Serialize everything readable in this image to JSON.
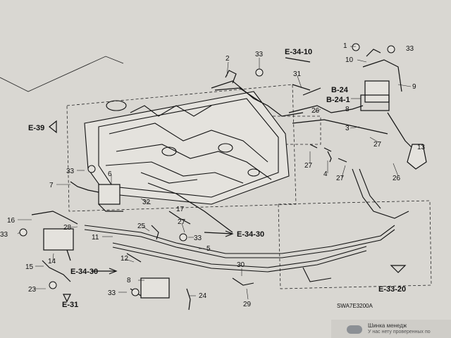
{
  "callouts": {
    "c1": "1",
    "c2": "2",
    "c3": "3",
    "c4": "4",
    "c5": "5",
    "c6": "6",
    "c7": "7",
    "c8a": "8",
    "c8b": "8",
    "c9": "9",
    "c10": "10",
    "c11": "11",
    "c12": "12",
    "c13": "13",
    "c14": "14",
    "c15": "15",
    "c16": "16",
    "c17": "17",
    "c23": "23",
    "c24": "24",
    "c25": "25",
    "c26a": "26",
    "c26b": "26",
    "c27a": "27",
    "c27b": "27",
    "c27c": "27",
    "c27d": "27",
    "c28": "28",
    "c29": "29",
    "c30": "30",
    "c31": "31",
    "c32": "32",
    "c33a": "33",
    "c33b": "33",
    "c33c": "33",
    "c33d": "33",
    "c33e": "33"
  },
  "references": {
    "e3410a": "E-34-10",
    "e39": "E-39",
    "b24": "B-24",
    "b241": "B-24-1",
    "e3430a": "E-34-30",
    "e3430b": "E-34-30",
    "e3320": "E-33-20",
    "e31": "E-31"
  },
  "diagram_code": "SWA7E3200A",
  "footer": {
    "line1": "Шинка менедж",
    "line2": "У нас нету проверенных по"
  },
  "colors": {
    "background": "#d9d7d2",
    "ink": "#111111"
  }
}
